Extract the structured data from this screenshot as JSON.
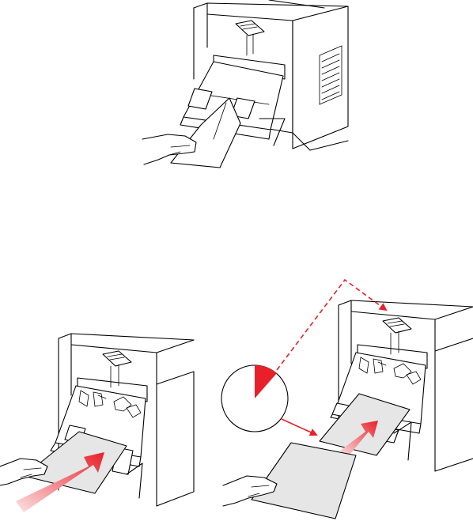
{
  "panels": [
    {
      "id": "insert-envelope",
      "step": 1
    },
    {
      "id": "push-paper-in",
      "step": 2
    },
    {
      "id": "timed-auto-feed",
      "step": 3
    }
  ],
  "icons": [
    "printer-icon",
    "hand-icon",
    "paper-sheet-icon",
    "feed-arrow-icon",
    "timer-clock-icon"
  ],
  "colors": {
    "line": "#000000",
    "paper": "#e6e6e6",
    "accent": "#e8202a",
    "gradient_end": "#fbe3e3"
  }
}
